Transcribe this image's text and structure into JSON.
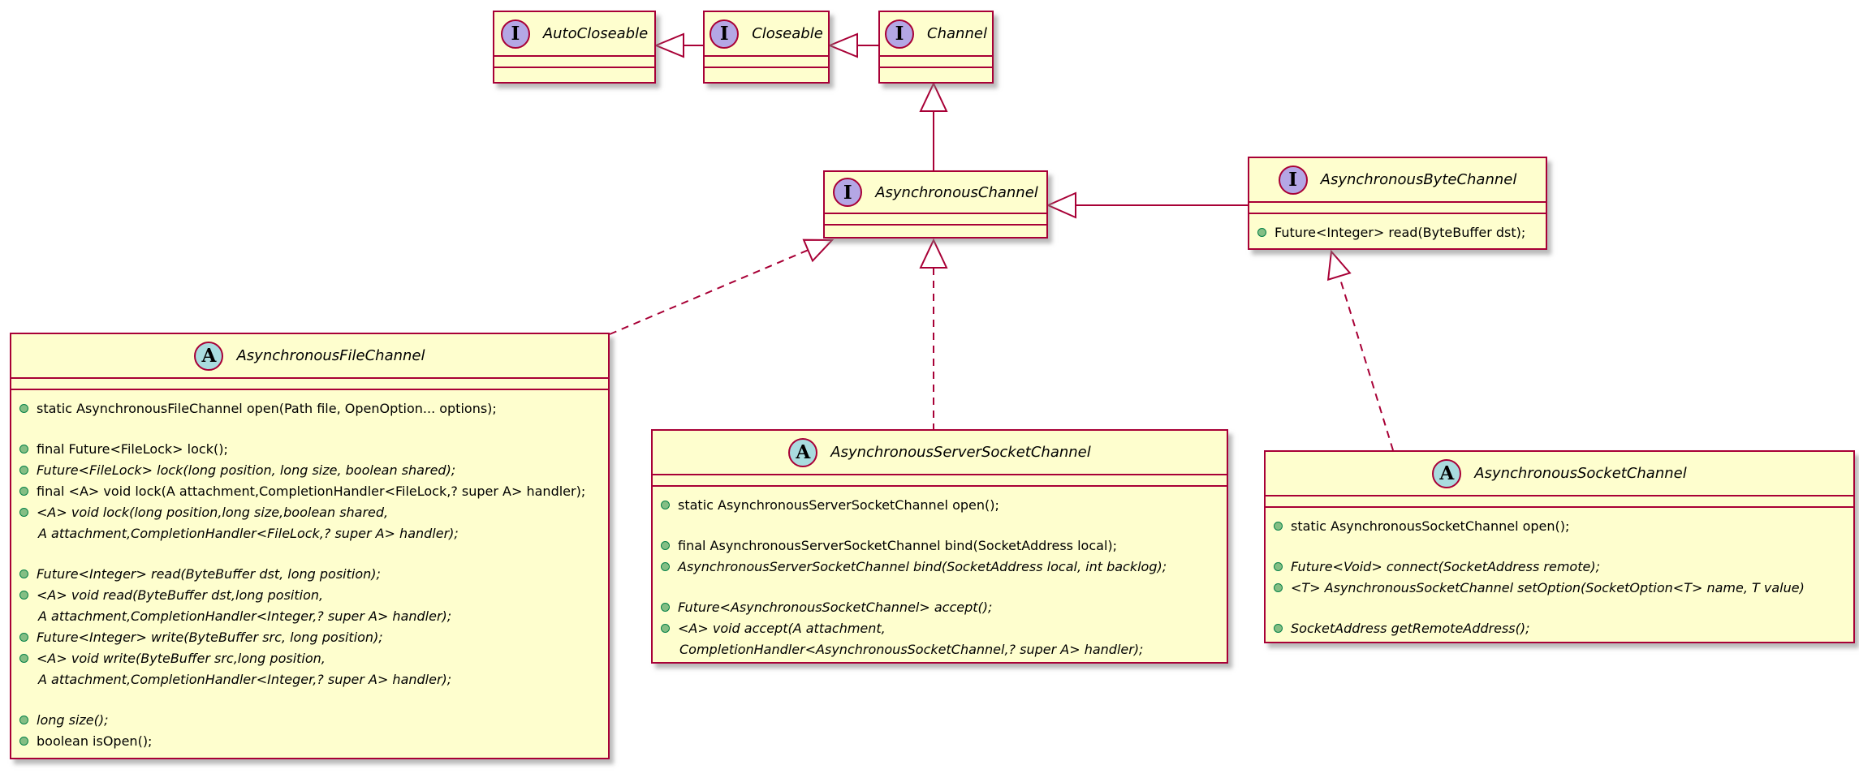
{
  "diagram": {
    "type": "uml-class-diagram",
    "colors": {
      "box_fill": "#FEFECE",
      "border_and_lines": "#A80036",
      "interface_icon_fill": "#B4A7E5",
      "abstract_icon_fill": "#A9DCDF",
      "public_method_bullet_fill": "#84BE84",
      "public_method_bullet_border": "#038048"
    },
    "classes": [
      {
        "name": "AutoCloseable",
        "stereotype": "interface",
        "icon_letter": "I",
        "members": []
      },
      {
        "name": "Closeable",
        "stereotype": "interface",
        "icon_letter": "I",
        "members": []
      },
      {
        "name": "Channel",
        "stereotype": "interface",
        "icon_letter": "I",
        "members": []
      },
      {
        "name": "AsynchronousChannel",
        "stereotype": "interface",
        "icon_letter": "I",
        "members": []
      },
      {
        "name": "AsynchronousByteChannel",
        "stereotype": "interface",
        "icon_letter": "I",
        "members": [
          {
            "text": "Future<Integer> read(ByteBuffer dst);",
            "italic": false,
            "bullet": true
          }
        ]
      },
      {
        "name": "AsynchronousFileChannel",
        "stereotype": "abstract",
        "icon_letter": "A",
        "members": [
          {
            "text": "static AsynchronousFileChannel open(Path file, OpenOption... options);",
            "italic": false,
            "bullet": true
          },
          {
            "spacer": true
          },
          {
            "text": "final Future<FileLock> lock();",
            "italic": false,
            "bullet": true
          },
          {
            "text": "Future<FileLock> lock(long position, long size, boolean shared);",
            "italic": true,
            "bullet": true
          },
          {
            "text": "final <A> void lock(A attachment,CompletionHandler<FileLock,? super A> handler);",
            "italic": false,
            "bullet": true
          },
          {
            "text": "<A> void lock(long position,long size,boolean shared,",
            "italic": true,
            "bullet": true
          },
          {
            "text": "A attachment,CompletionHandler<FileLock,? super A> handler);",
            "italic": true,
            "bullet": false,
            "indent": true
          },
          {
            "spacer": true
          },
          {
            "text": "Future<Integer> read(ByteBuffer dst, long position);",
            "italic": true,
            "bullet": true
          },
          {
            "text": "<A> void read(ByteBuffer dst,long position,",
            "italic": true,
            "bullet": true
          },
          {
            "text": "A attachment,CompletionHandler<Integer,? super A> handler);",
            "italic": true,
            "bullet": false,
            "indent": true
          },
          {
            "text": "Future<Integer> write(ByteBuffer src, long position);",
            "italic": true,
            "bullet": true
          },
          {
            "text": "<A> void write(ByteBuffer src,long position,",
            "italic": true,
            "bullet": true
          },
          {
            "text": "A attachment,CompletionHandler<Integer,? super A> handler);",
            "italic": true,
            "bullet": false,
            "indent": true
          },
          {
            "spacer": true
          },
          {
            "text": "long size();",
            "italic": true,
            "bullet": true
          },
          {
            "text": "boolean isOpen();",
            "italic": false,
            "bullet": true
          }
        ]
      },
      {
        "name": "AsynchronousServerSocketChannel",
        "stereotype": "abstract",
        "icon_letter": "A",
        "members": [
          {
            "text": "static AsynchronousServerSocketChannel open();",
            "italic": false,
            "bullet": true
          },
          {
            "spacer": true
          },
          {
            "text": "final AsynchronousServerSocketChannel bind(SocketAddress local);",
            "italic": false,
            "bullet": true
          },
          {
            "text": "AsynchronousServerSocketChannel bind(SocketAddress local, int backlog);",
            "italic": true,
            "bullet": true
          },
          {
            "spacer": true
          },
          {
            "text": "Future<AsynchronousSocketChannel> accept();",
            "italic": true,
            "bullet": true
          },
          {
            "text": "<A> void accept(A attachment,",
            "italic": true,
            "bullet": true
          },
          {
            "text": "CompletionHandler<AsynchronousSocketChannel,? super A> handler);",
            "italic": true,
            "bullet": false,
            "indent": true
          }
        ]
      },
      {
        "name": "AsynchronousSocketChannel",
        "stereotype": "abstract",
        "icon_letter": "A",
        "members": [
          {
            "text": "static AsynchronousSocketChannel open();",
            "italic": false,
            "bullet": true
          },
          {
            "spacer": true
          },
          {
            "text": "Future<Void> connect(SocketAddress remote);",
            "italic": true,
            "bullet": true
          },
          {
            "text": "<T> AsynchronousSocketChannel setOption(SocketOption<T> name, T value)",
            "italic": true,
            "bullet": true
          },
          {
            "spacer": true
          },
          {
            "text": "SocketAddress getRemoteAddress();",
            "italic": true,
            "bullet": true
          }
        ]
      }
    ],
    "relations": [
      {
        "from": "Closeable",
        "to": "AutoCloseable",
        "type": "extends",
        "line": "solid"
      },
      {
        "from": "Channel",
        "to": "Closeable",
        "type": "extends",
        "line": "solid"
      },
      {
        "from": "AsynchronousChannel",
        "to": "Channel",
        "type": "extends",
        "line": "solid"
      },
      {
        "from": "AsynchronousByteChannel",
        "to": "AsynchronousChannel",
        "type": "extends",
        "line": "solid"
      },
      {
        "from": "AsynchronousFileChannel",
        "to": "AsynchronousChannel",
        "type": "implements",
        "line": "dashed"
      },
      {
        "from": "AsynchronousServerSocketChannel",
        "to": "AsynchronousChannel",
        "type": "implements",
        "line": "dashed"
      },
      {
        "from": "AsynchronousSocketChannel",
        "to": "AsynchronousByteChannel",
        "type": "implements",
        "line": "dashed"
      }
    ]
  }
}
